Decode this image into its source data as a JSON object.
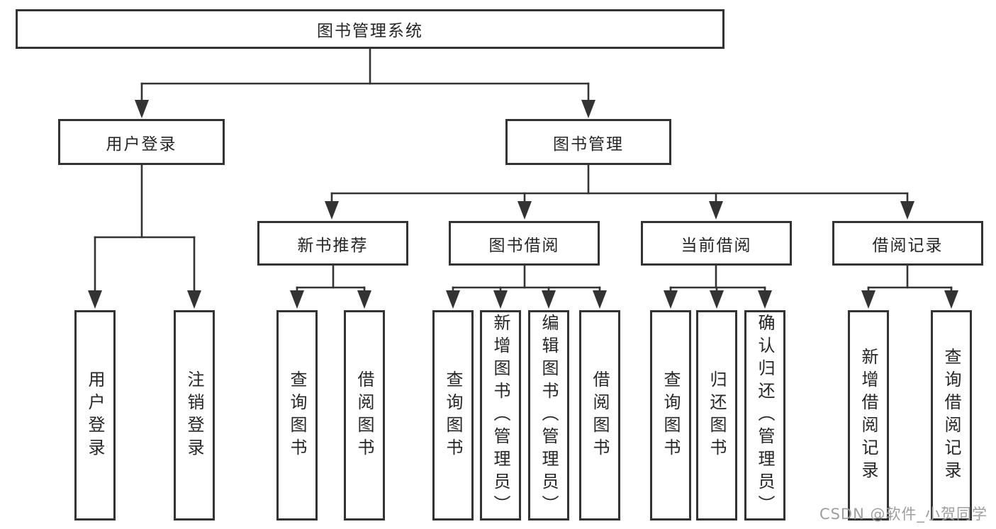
{
  "diagram": {
    "title_node": {
      "label": "图书管理系统"
    },
    "branches": [
      {
        "label": "用户登录"
      },
      {
        "label": "图书管理"
      }
    ],
    "modules": [
      {
        "label": "新书推荐"
      },
      {
        "label": "图书借阅"
      },
      {
        "label": "当前借阅"
      },
      {
        "label": "借阅记录"
      }
    ],
    "functions": [
      {
        "label": "用户登录"
      },
      {
        "label": "注销登录"
      },
      {
        "label": "查询图书"
      },
      {
        "label": "借阅图书"
      },
      {
        "label": "查询图书"
      },
      {
        "label": "新增图书（管理员）"
      },
      {
        "label": "编辑图书（管理员）"
      },
      {
        "label": "借阅图书"
      },
      {
        "label": "查询图书"
      },
      {
        "label": "归还图书"
      },
      {
        "label": "确认归还（管理员）"
      },
      {
        "label": "新增借阅记录"
      },
      {
        "label": "查询借阅记录"
      }
    ]
  },
  "watermark": {
    "text": "CSDN @软件_小贺同学"
  },
  "colors": {
    "line": "#333333",
    "text": "#262626",
    "box-bg": "#ffffff",
    "background": "#ffffff",
    "watermark": "#9e9e9e"
  }
}
